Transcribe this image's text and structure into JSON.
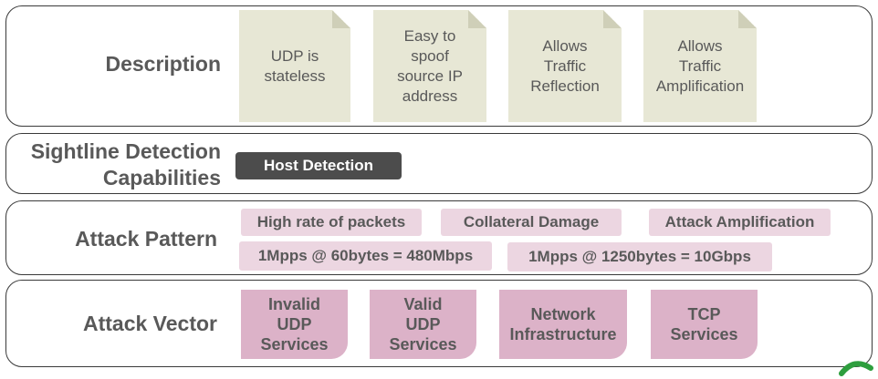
{
  "description": {
    "label": "Description",
    "cards": [
      {
        "text": "UDP is\nstateless"
      },
      {
        "text": "Easy to\nspoof\nsource IP\naddress"
      },
      {
        "text": "Allows\nTraffic\nReflection"
      },
      {
        "text": "Allows\nTraffic\nAmplification"
      }
    ]
  },
  "detection": {
    "label": "Sightline Detection\nCapabilities",
    "button": "Host Detection"
  },
  "pattern": {
    "label": "Attack Pattern",
    "tags": [
      "High rate of packets",
      "Collateral Damage",
      "Attack Amplification",
      "1Mpps @ 60bytes = 480Mbps",
      "1Mpps @ 1250bytes = 10Gbps"
    ]
  },
  "vector": {
    "label": "Attack Vector",
    "items": [
      "Invalid\nUDP\nServices",
      "Valid\nUDP\nServices",
      "Network\nInfrastructure",
      "TCP\nServices"
    ]
  },
  "colors": {
    "card": "#e7e7d5",
    "host_button": "#4c4c4c",
    "pattern_tag": "#ecd6e1",
    "vector_card": "#dcb2c8",
    "logo": "#2e9e3e"
  }
}
